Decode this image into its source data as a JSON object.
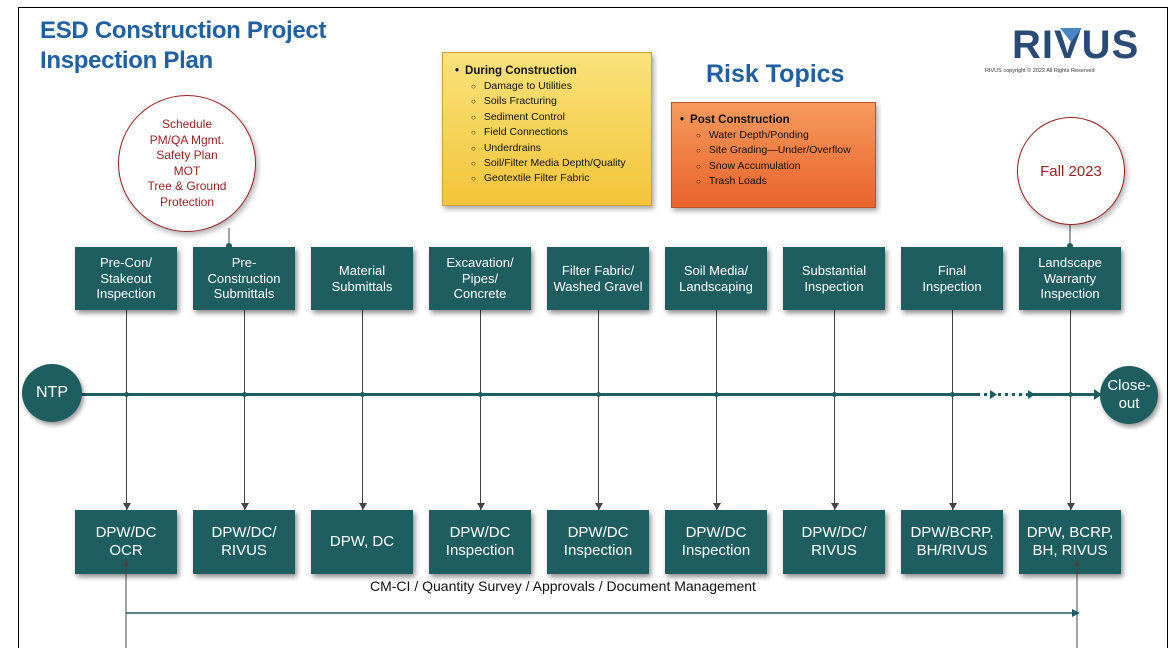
{
  "header": {
    "title_line1": "ESD Construction Project",
    "title_line2": "Inspection Plan",
    "logo": "RIVUS",
    "copyright": "RIVUS copyright © 2022 All Rights Reserved"
  },
  "risk": {
    "title": "Risk Topics",
    "during": {
      "head": "During Construction",
      "items": [
        "Damage to Utilities",
        "Soils Fracturing",
        "Sediment Control",
        "Field Connections",
        "Underdrains",
        "Soil/Filter Media Depth/Quality",
        "Geotextile Filter Fabric"
      ]
    },
    "post": {
      "head": "Post Construction",
      "items": [
        "Water Depth/Ponding",
        "Site Grading—Under/Overflow",
        "Snow Accumulation",
        "Trash Loads"
      ]
    }
  },
  "precon_circle": [
    "Schedule",
    "PM/QA Mgmt.",
    "Safety Plan",
    "MOT",
    "Tree & Ground",
    "Protection"
  ],
  "fall_circle": "Fall 2023",
  "stages": [
    {
      "top": [
        "Pre-Con/",
        "Stakeout",
        "Inspection"
      ],
      "bottom": [
        "DPW/DC",
        "OCR"
      ]
    },
    {
      "top": [
        "Pre-",
        "Construction",
        "Submittals"
      ],
      "bottom": [
        "DPW/DC/",
        "RIVUS"
      ]
    },
    {
      "top": [
        "Material",
        "Submittals"
      ],
      "bottom": [
        "DPW, DC"
      ]
    },
    {
      "top": [
        "Excavation/",
        "Pipes/",
        "Concrete"
      ],
      "bottom": [
        "DPW/DC",
        "Inspection"
      ]
    },
    {
      "top": [
        "Filter Fabric/",
        "Washed Gravel"
      ],
      "bottom": [
        "DPW/DC",
        "Inspection"
      ]
    },
    {
      "top": [
        "Soil Media/",
        "Landscaping"
      ],
      "bottom": [
        "DPW/DC",
        "Inspection"
      ]
    },
    {
      "top": [
        "Substantial",
        "Inspection"
      ],
      "bottom": [
        "DPW/DC/",
        "RIVUS"
      ]
    },
    {
      "top": [
        "Final",
        "Inspection"
      ],
      "bottom": [
        "DPW/BCRP,",
        "BH/RIVUS"
      ]
    },
    {
      "top": [
        "Landscape",
        "Warranty",
        "Inspection"
      ],
      "bottom": [
        "DPW, BCRP,",
        "BH, RIVUS"
      ]
    }
  ],
  "timeline": {
    "start": "NTP",
    "end": [
      "Close-",
      "out"
    ]
  },
  "footer_text": "CM-CI / Quantity Survey / Approvals / Document Management",
  "colors": {
    "teal": "#1f5e60",
    "title_blue": "#1f5fa3",
    "circle_red": "#9a1f1f",
    "during_yellow": "#f3c43a",
    "post_orange": "#e8632c"
  }
}
